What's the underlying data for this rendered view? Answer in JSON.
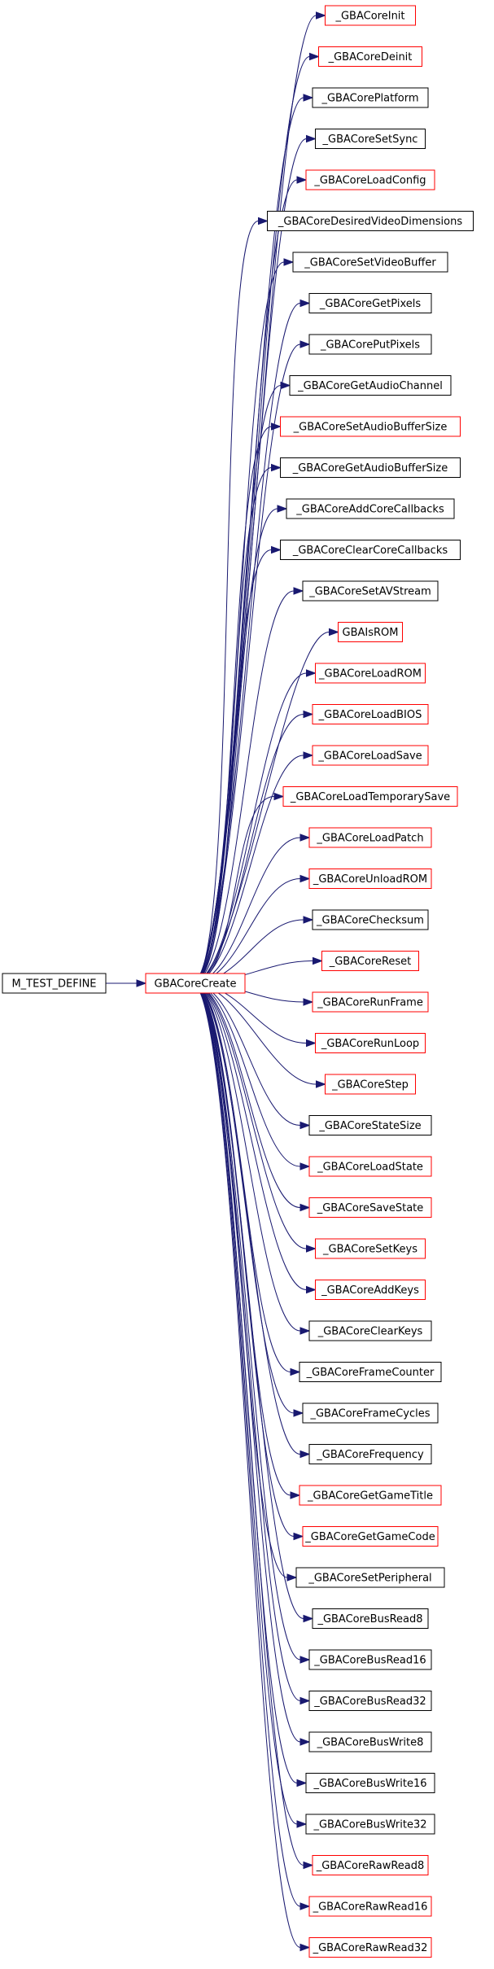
{
  "diagram": {
    "root": {
      "label": "M_TEST_DEFINE",
      "fill": "#bfbfbf",
      "border": "#000000"
    },
    "hub": {
      "label": "GBACoreCreate",
      "border": "#ff0000"
    },
    "colors": {
      "edge": "#191970",
      "documented": "#ff0000",
      "undocumented": "#000000"
    },
    "callees": [
      {
        "label": "_GBACoreInit",
        "linked": true
      },
      {
        "label": "_GBACoreDeinit",
        "linked": true
      },
      {
        "label": "_GBACorePlatform",
        "linked": false
      },
      {
        "label": "_GBACoreSetSync",
        "linked": false
      },
      {
        "label": "_GBACoreLoadConfig",
        "linked": true
      },
      {
        "label": "_GBACoreDesiredVideoDimensions",
        "linked": false
      },
      {
        "label": "_GBACoreSetVideoBuffer",
        "linked": false
      },
      {
        "label": "_GBACoreGetPixels",
        "linked": false
      },
      {
        "label": "_GBACorePutPixels",
        "linked": false
      },
      {
        "label": "_GBACoreGetAudioChannel",
        "linked": false
      },
      {
        "label": "_GBACoreSetAudioBufferSize",
        "linked": true
      },
      {
        "label": "_GBACoreGetAudioBufferSize",
        "linked": false
      },
      {
        "label": "_GBACoreAddCoreCallbacks",
        "linked": false
      },
      {
        "label": "_GBACoreClearCoreCallbacks",
        "linked": false
      },
      {
        "label": "_GBACoreSetAVStream",
        "linked": false
      },
      {
        "label": "GBAIsROM",
        "linked": true
      },
      {
        "label": "_GBACoreLoadROM",
        "linked": true
      },
      {
        "label": "_GBACoreLoadBIOS",
        "linked": true
      },
      {
        "label": "_GBACoreLoadSave",
        "linked": true
      },
      {
        "label": "_GBACoreLoadTemporarySave",
        "linked": true
      },
      {
        "label": "_GBACoreLoadPatch",
        "linked": true
      },
      {
        "label": "_GBACoreUnloadROM",
        "linked": true
      },
      {
        "label": "_GBACoreChecksum",
        "linked": false
      },
      {
        "label": "_GBACoreReset",
        "linked": true
      },
      {
        "label": "_GBACoreRunFrame",
        "linked": true
      },
      {
        "label": "_GBACoreRunLoop",
        "linked": true
      },
      {
        "label": "_GBACoreStep",
        "linked": true
      },
      {
        "label": "_GBACoreStateSize",
        "linked": false
      },
      {
        "label": "_GBACoreLoadState",
        "linked": true
      },
      {
        "label": "_GBACoreSaveState",
        "linked": true
      },
      {
        "label": "_GBACoreSetKeys",
        "linked": true
      },
      {
        "label": "_GBACoreAddKeys",
        "linked": true
      },
      {
        "label": "_GBACoreClearKeys",
        "linked": false
      },
      {
        "label": "_GBACoreFrameCounter",
        "linked": false
      },
      {
        "label": "_GBACoreFrameCycles",
        "linked": false
      },
      {
        "label": "_GBACoreFrequency",
        "linked": false
      },
      {
        "label": "_GBACoreGetGameTitle",
        "linked": true
      },
      {
        "label": "_GBACoreGetGameCode",
        "linked": true
      },
      {
        "label": "_GBACoreSetPeripheral",
        "linked": false
      },
      {
        "label": "_GBACoreBusRead8",
        "linked": false
      },
      {
        "label": "_GBACoreBusRead16",
        "linked": false
      },
      {
        "label": "_GBACoreBusRead32",
        "linked": false
      },
      {
        "label": "_GBACoreBusWrite8",
        "linked": false
      },
      {
        "label": "_GBACoreBusWrite16",
        "linked": false
      },
      {
        "label": "_GBACoreBusWrite32",
        "linked": false
      },
      {
        "label": "_GBACoreRawRead8",
        "linked": true
      },
      {
        "label": "_GBACoreRawRead16",
        "linked": true
      },
      {
        "label": "_GBACoreRawRead32",
        "linked": true
      }
    ]
  }
}
